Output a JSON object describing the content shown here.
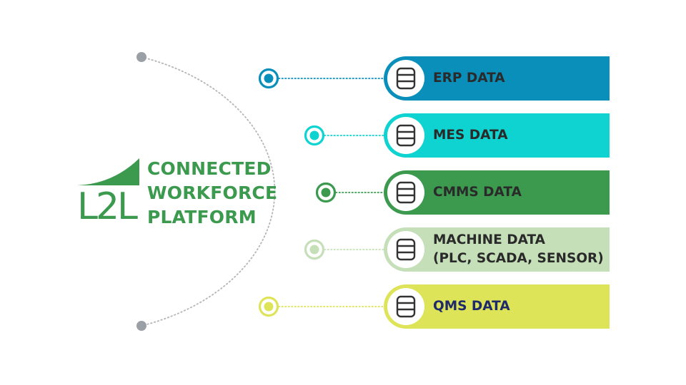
{
  "logo": {
    "text": "L2L"
  },
  "platform": {
    "line1": "CONNECTED",
    "line2": "WORKFORCE",
    "line3": "PLATFORM"
  },
  "sources": [
    {
      "label": "ERP DATA",
      "label2": "",
      "color": "#0a8fbb",
      "text_color": "#2a2a2a"
    },
    {
      "label": "MES DATA",
      "label2": "",
      "color": "#0fd3d0",
      "text_color": "#2a2a2a"
    },
    {
      "label": "CMMS DATA",
      "label2": "",
      "color": "#3b9a4e",
      "text_color": "#2a2a2a"
    },
    {
      "label": "MACHINE DATA",
      "label2": "(PLC, SCADA, SENSOR)",
      "color": "#c5e0b8",
      "text_color": "#2a2a2a"
    },
    {
      "label": "QMS DATA",
      "label2": "",
      "color": "#dde458",
      "text_color": "#1f2a6b"
    }
  ],
  "colors": {
    "brand_green": "#3b9a4e",
    "arc_gray": "#b5b5b5",
    "endpoint_gray": "#9aa0a6",
    "icon_stroke": "#333333"
  },
  "icons": {
    "source_icon": "database-icon"
  }
}
